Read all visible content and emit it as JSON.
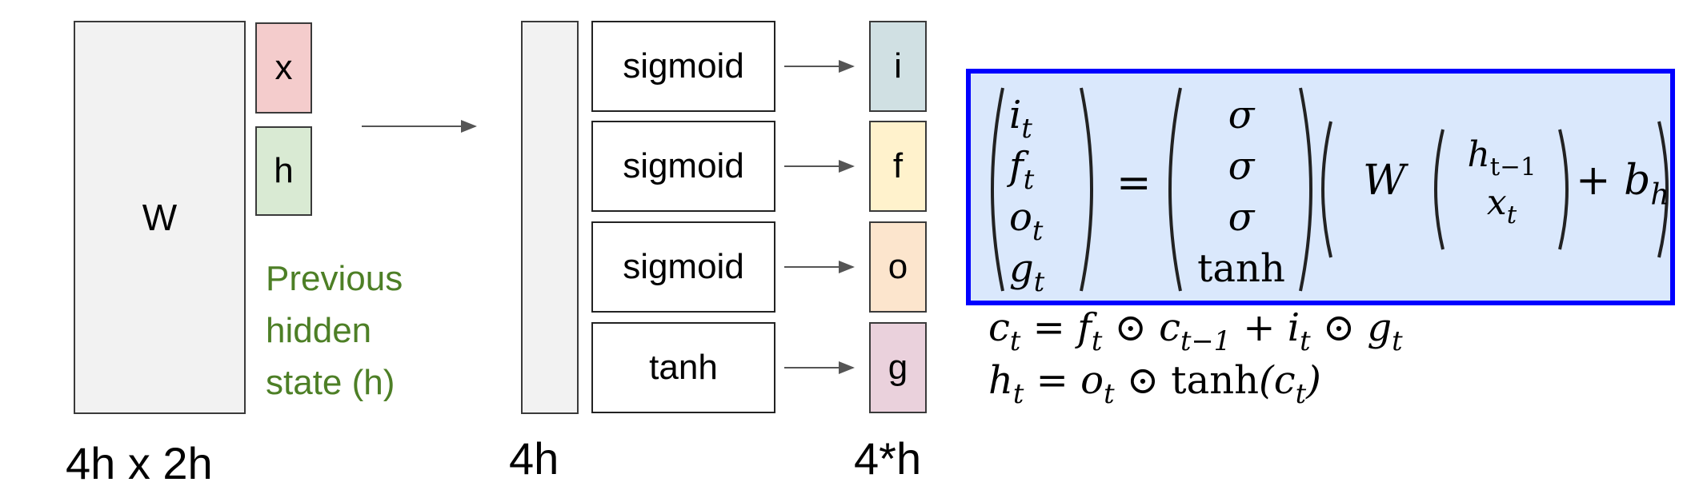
{
  "matrix": {
    "label": "W",
    "dims": "4h x 2h"
  },
  "inputs": {
    "x_label": "x",
    "h_label": "h",
    "note": "Previous hidden state (h)"
  },
  "preact": {
    "dims": "4h"
  },
  "activations": [
    "sigmoid",
    "sigmoid",
    "sigmoid",
    "tanh"
  ],
  "gates": {
    "labels": [
      "i",
      "f",
      "o",
      "g"
    ],
    "dims": "4*h"
  },
  "colors": {
    "x_fill": "#f4cccc",
    "h_fill": "#d9ead3",
    "note_text": "#4d7f26",
    "gate_i": "#d0e0e3",
    "gate_f": "#fff2cc",
    "gate_o": "#fce5cd",
    "gate_g": "#ead1dc",
    "eq_fill": "#dae8fc",
    "eq_border": "#0000ff"
  },
  "equation": {
    "lhs": [
      "i",
      "f",
      "o",
      "g"
    ],
    "lhs_sub": "t",
    "activations": [
      "σ",
      "σ",
      "σ",
      "tanh"
    ],
    "equals": "=",
    "weight": "W",
    "stack_top": "h",
    "stack_top_sub": "t−1",
    "stack_bottom": "x",
    "stack_bottom_sub": "t",
    "plus": "+",
    "bias": "b",
    "bias_sub": "h"
  },
  "cell_equation": "c_t = f_t ⊙ c_{t−1} + i_t ⊙ g_t",
  "hidden_equation": "h_t = o_t ⊙ tanh(c_t)"
}
